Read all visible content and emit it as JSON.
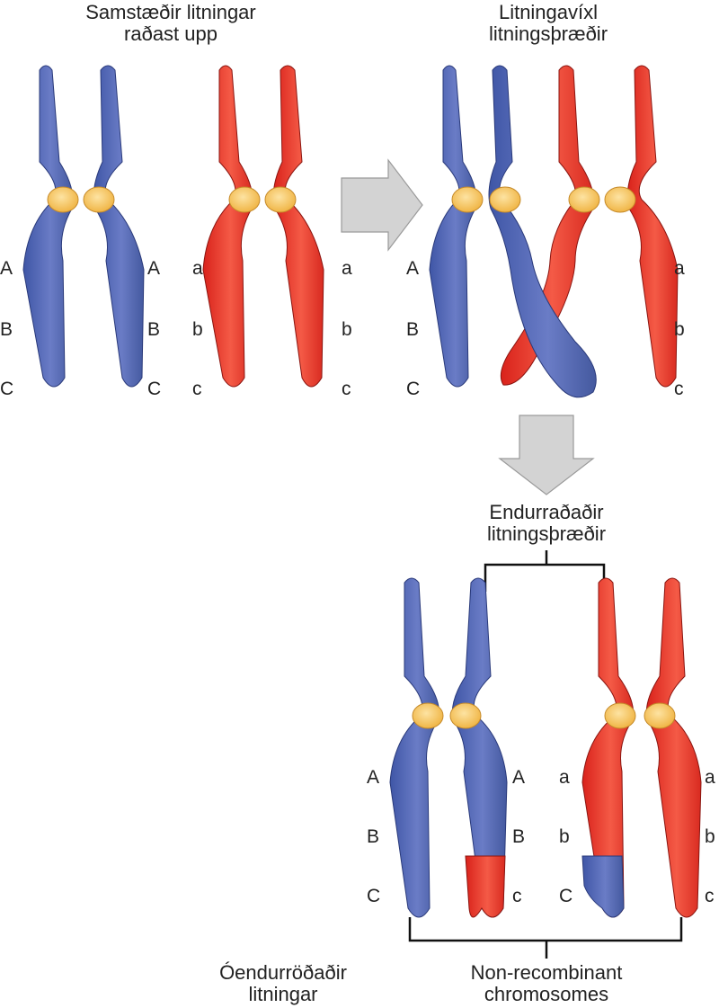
{
  "captions": {
    "homologous_pair": [
      "Samstæðir litningar",
      "raðast upp"
    ],
    "crossover": [
      "Litningavíxl",
      "litningsþræðir"
    ],
    "recombinant": [
      "Endurraðaðir",
      "litningsþræðir"
    ],
    "non_recombinant_is": [
      "Óendurröðaðir",
      "litningar"
    ],
    "non_recombinant_en": [
      "Non-recombinant",
      "chromosomes"
    ]
  },
  "genes": {
    "upper": [
      "A",
      "B",
      "C"
    ],
    "lower": [
      "a",
      "b",
      "c"
    ]
  },
  "colors": {
    "blue": "#5468b4",
    "red": "#e8312a",
    "centromere": "#f6c668",
    "arrow": "#d3d3d3"
  }
}
